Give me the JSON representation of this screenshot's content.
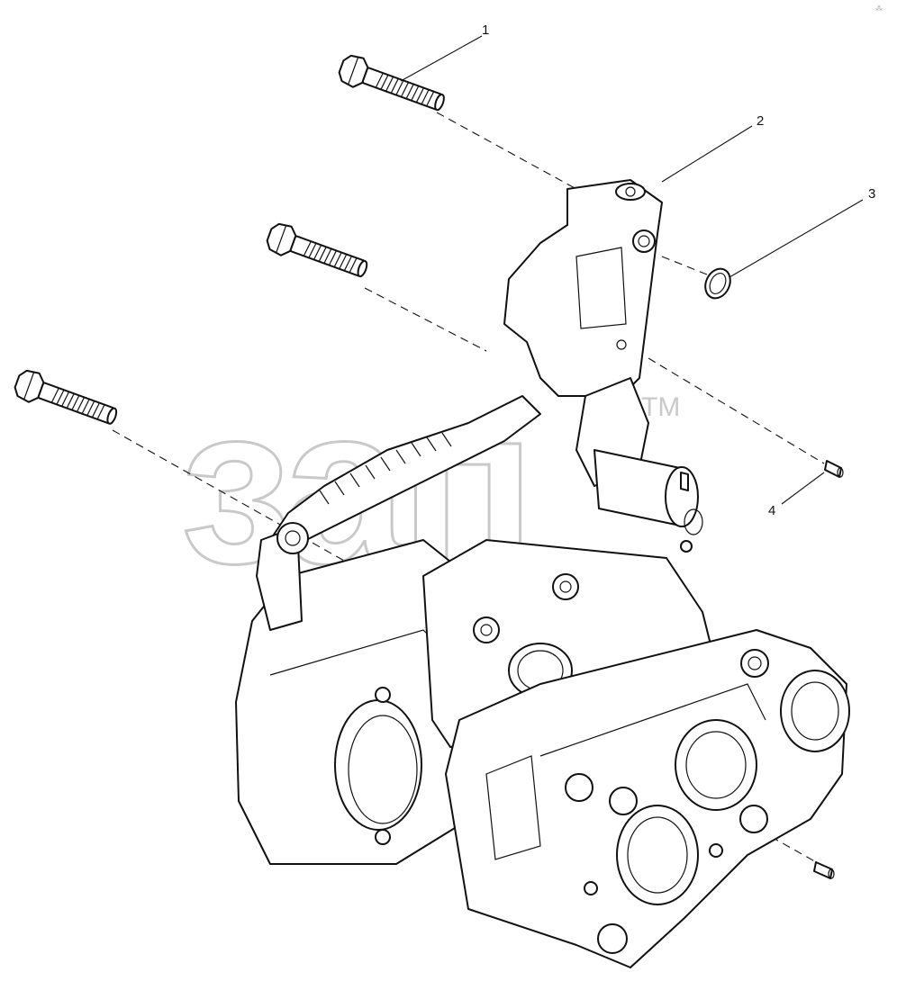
{
  "watermark": {
    "text": "зап",
    "trademark": "TM"
  },
  "corner_mark": "⁂",
  "callouts": [
    {
      "id": "1",
      "label": "1"
    },
    {
      "id": "2",
      "label": "2"
    },
    {
      "id": "3",
      "label": "3"
    },
    {
      "id": "4",
      "label": "4"
    }
  ],
  "colors": {
    "line": "#111111",
    "watermark": "#c9c9c9",
    "background": "#ffffff"
  }
}
